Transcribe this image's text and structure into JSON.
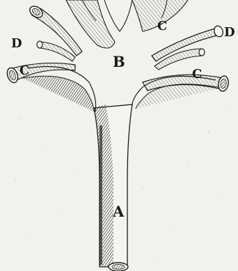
{
  "labels": {
    "trunk": "A",
    "center": "B",
    "left_lower_c": "C",
    "upper_right_c": "C",
    "right_lower_c": "C",
    "left_d": "D",
    "right_d": "D"
  },
  "colors": {
    "paper": "#f3f1ec",
    "ink": "#1a1a1a"
  }
}
